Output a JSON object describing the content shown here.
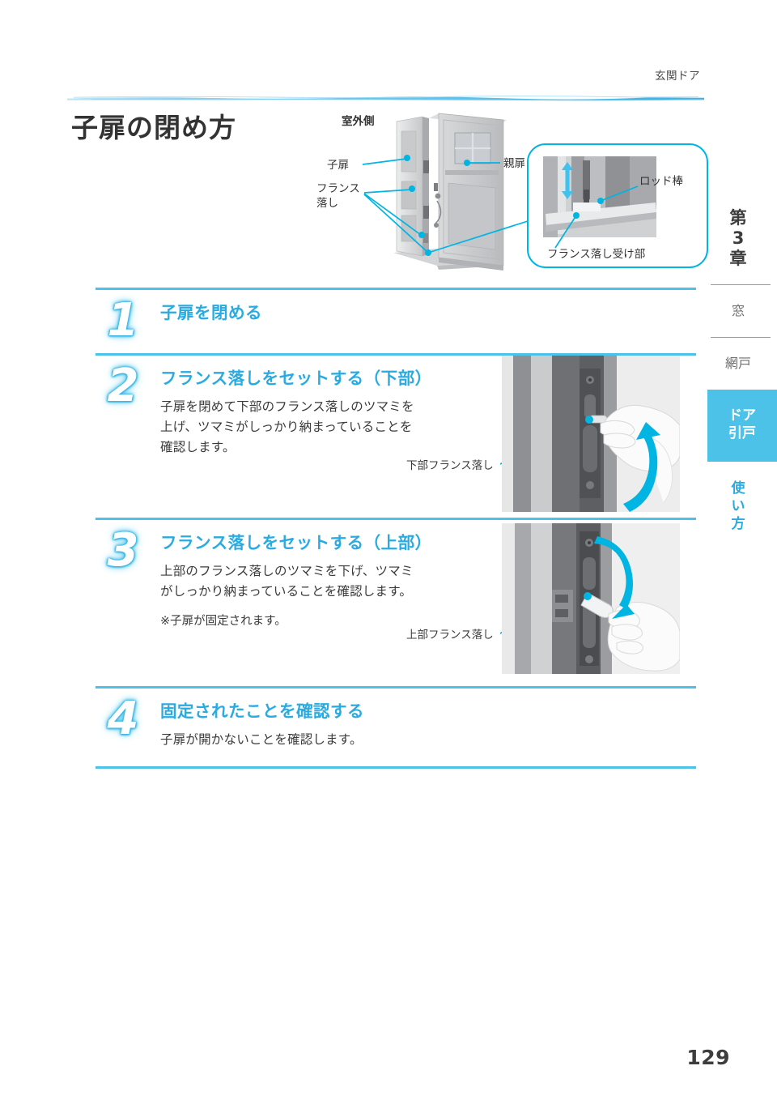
{
  "header": {
    "running_head": "玄関ドア"
  },
  "title": "子扉の閉め方",
  "diagram": {
    "labels": {
      "outdoor_side": "室外側",
      "child_door": "子扉",
      "parent_door": "親扉",
      "french_bolt": "フランス\n落し",
      "french_bolt_line1": "フランス",
      "french_bolt_line2": "落し",
      "rod": "ロッド棒",
      "bolt_receiver": "フランス落し受け部"
    }
  },
  "sidebar": {
    "chapter": {
      "line1": "第",
      "line2": "3",
      "line3": "章"
    },
    "tabs": [
      {
        "label": "窓",
        "chars": [
          "窓"
        ],
        "active": false
      },
      {
        "label": "網戸",
        "chars": [
          "網戸"
        ],
        "active": false
      },
      {
        "label": "ドア引戸",
        "chars": [
          "ドア",
          "引戸"
        ],
        "active": true
      },
      {
        "label": "使い方",
        "chars": [
          "使",
          "い",
          "方"
        ],
        "active": false
      }
    ]
  },
  "steps": [
    {
      "number": "1",
      "heading": "子扉を閉める",
      "text": "",
      "note": "",
      "photo_caption": ""
    },
    {
      "number": "2",
      "heading": "フランス落しをセットする（下部）",
      "text": "子扉を閉めて下部のフランス落しのツマミを\n上げ、ツマミがしっかり納まっていることを\n確認します。",
      "text_line1": "子扉を閉めて下部のフランス落しのツマミを",
      "text_line2": "上げ、ツマミがしっかり納まっていることを",
      "text_line3": "確認します。",
      "note": "",
      "photo_caption": "下部フランス落し"
    },
    {
      "number": "3",
      "heading": "フランス落しをセットする（上部）",
      "text": "上部のフランス落しのツマミを下げ、ツマミ\nがしっかり納まっていることを確認します。",
      "text_line1": "上部のフランス落しのツマミを下げ、ツマミ",
      "text_line2": "がしっかり納まっていることを確認します。",
      "note": "※子扉が固定されます。",
      "photo_caption": "上部フランス落し"
    },
    {
      "number": "4",
      "heading": "固定されたことを確認する",
      "text": "子扉が開かないことを確認します。",
      "text_line1": "子扉が開かないことを確認します。",
      "note": "",
      "photo_caption": ""
    }
  ],
  "page_number": "129",
  "colors": {
    "accent": "#29abe2",
    "accent_light": "#4cc2e8",
    "rule": "#4cc2e8",
    "text": "#3a3a3a",
    "tab_active_bg": "#4cc2e8"
  }
}
